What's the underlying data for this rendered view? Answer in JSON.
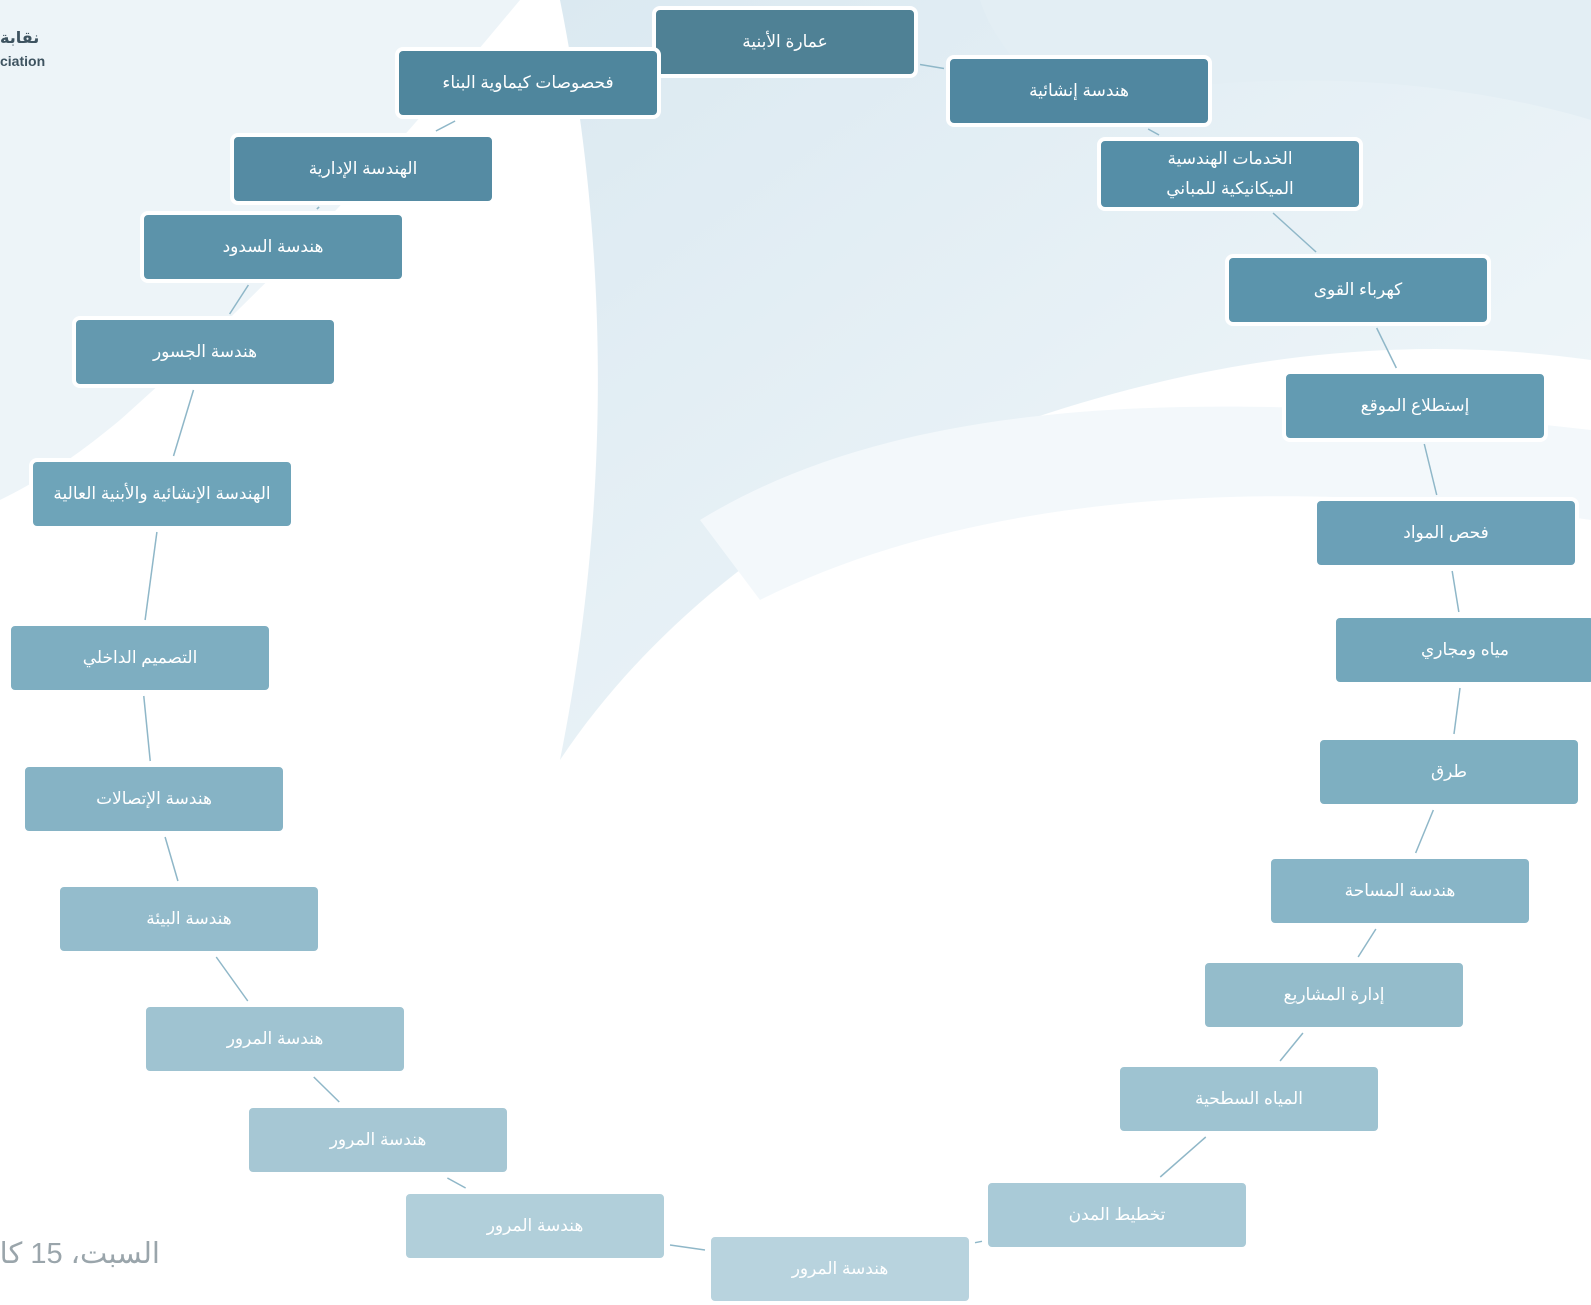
{
  "header": {
    "logo_arabic": "نقابة",
    "logo_english": "ciation"
  },
  "footer": {
    "date_text": "السبت، 15 كا"
  },
  "diagram": {
    "nodes": [
      {
        "label": "عمارة الأبنية",
        "color": "#4f8195"
      },
      {
        "label": "هندسة إنشائية",
        "color": "#5087a0"
      },
      {
        "label": "الخدمات الهندسية",
        "label2": "الميكانيكية للمباني",
        "color": "#558ea7"
      },
      {
        "label": "كهرباء القوى",
        "color": "#5b94ac"
      },
      {
        "label": "إستطلاع الموقع",
        "color": "#639bb2"
      },
      {
        "label": "فحص المواد",
        "color": "#6ba0b7"
      },
      {
        "label": "مياه ومجاري",
        "color": "#73a7bb"
      },
      {
        "label": "طرق",
        "color": "#7eafc1"
      },
      {
        "label": "هندسة المساحة",
        "color": "#88b5c7"
      },
      {
        "label": "إدارة المشاريع",
        "color": "#94bccb"
      },
      {
        "label": "المياه السطحية",
        "color": "#9ec3d1"
      },
      {
        "label": "تخطيط المدن",
        "color": "#a9cad7"
      },
      {
        "label": "هندسة المرور",
        "color": "#b8d3de"
      },
      {
        "label": "هندسة المرور",
        "color": "#b1cfda"
      },
      {
        "label": "هندسة المرور",
        "color": "#a6c7d4"
      },
      {
        "label": "هندسة المرور",
        "color": "#9fc3d1"
      },
      {
        "label": "هندسة البيئة",
        "color": "#94bccc"
      },
      {
        "label": "هندسة الإتصالات",
        "color": "#86b3c5"
      },
      {
        "label": "التصميم الداخلي",
        "color": "#7eaec1"
      },
      {
        "label": "الهندسة الإنشائية والأبنية العالية",
        "color": "#6ea4b9"
      },
      {
        "label": "هندسة الجسور",
        "color": "#6499af"
      },
      {
        "label": "هندسة السدود",
        "color": "#5c93aa"
      },
      {
        "label": "الهندسة الإدارية",
        "color": "#558ba3"
      },
      {
        "label": "فحصوصات كيماوية البناء",
        "color": "#4f869d"
      }
    ]
  }
}
